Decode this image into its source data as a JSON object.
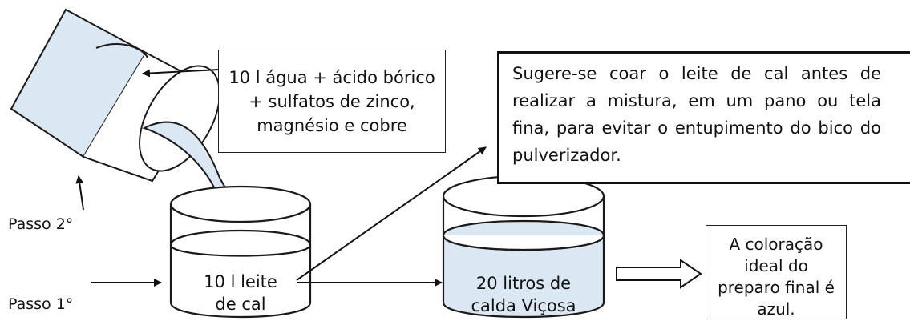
{
  "labels": {
    "step2": "Passo 2°",
    "step1": "Passo 1°"
  },
  "boxes": {
    "ingredients": [
      "10 l água + ácido bórico",
      "+ sulfatos de zinco,",
      "magnésio e cobre"
    ],
    "note": "Sugere-se coar o leite de cal antes de realizar a mistura, em um pano ou tela fina, para evitar o entupimento do bico do pulverizador.",
    "result": [
      "A coloração",
      "ideal do",
      "preparo final é",
      "azul."
    ]
  },
  "containers": {
    "lime": [
      "10 l leite",
      "de cal"
    ],
    "final": [
      "20 litros de",
      "calda Viçosa"
    ]
  },
  "colors": {
    "liquid": "#dbe7f3",
    "stroke": "#1a1a1a"
  }
}
